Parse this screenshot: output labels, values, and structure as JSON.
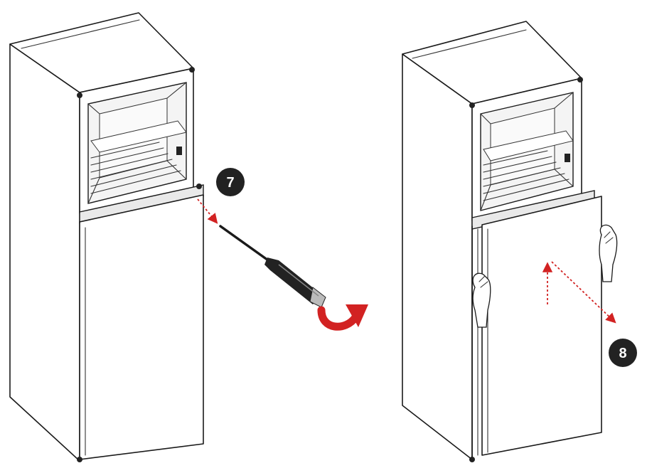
{
  "steps": [
    {
      "number": "7",
      "action": "unscrew-hinge-with-screwdriver"
    },
    {
      "number": "8",
      "action": "lift-and-remove-door"
    }
  ],
  "colors": {
    "arrow": "#d22222",
    "badge": "#222222",
    "outline": "#1a1a1a"
  },
  "icons": {
    "tool": "screwdriver-icon",
    "rotation": "rotate-arrow-icon",
    "hands": "hand-icon"
  }
}
